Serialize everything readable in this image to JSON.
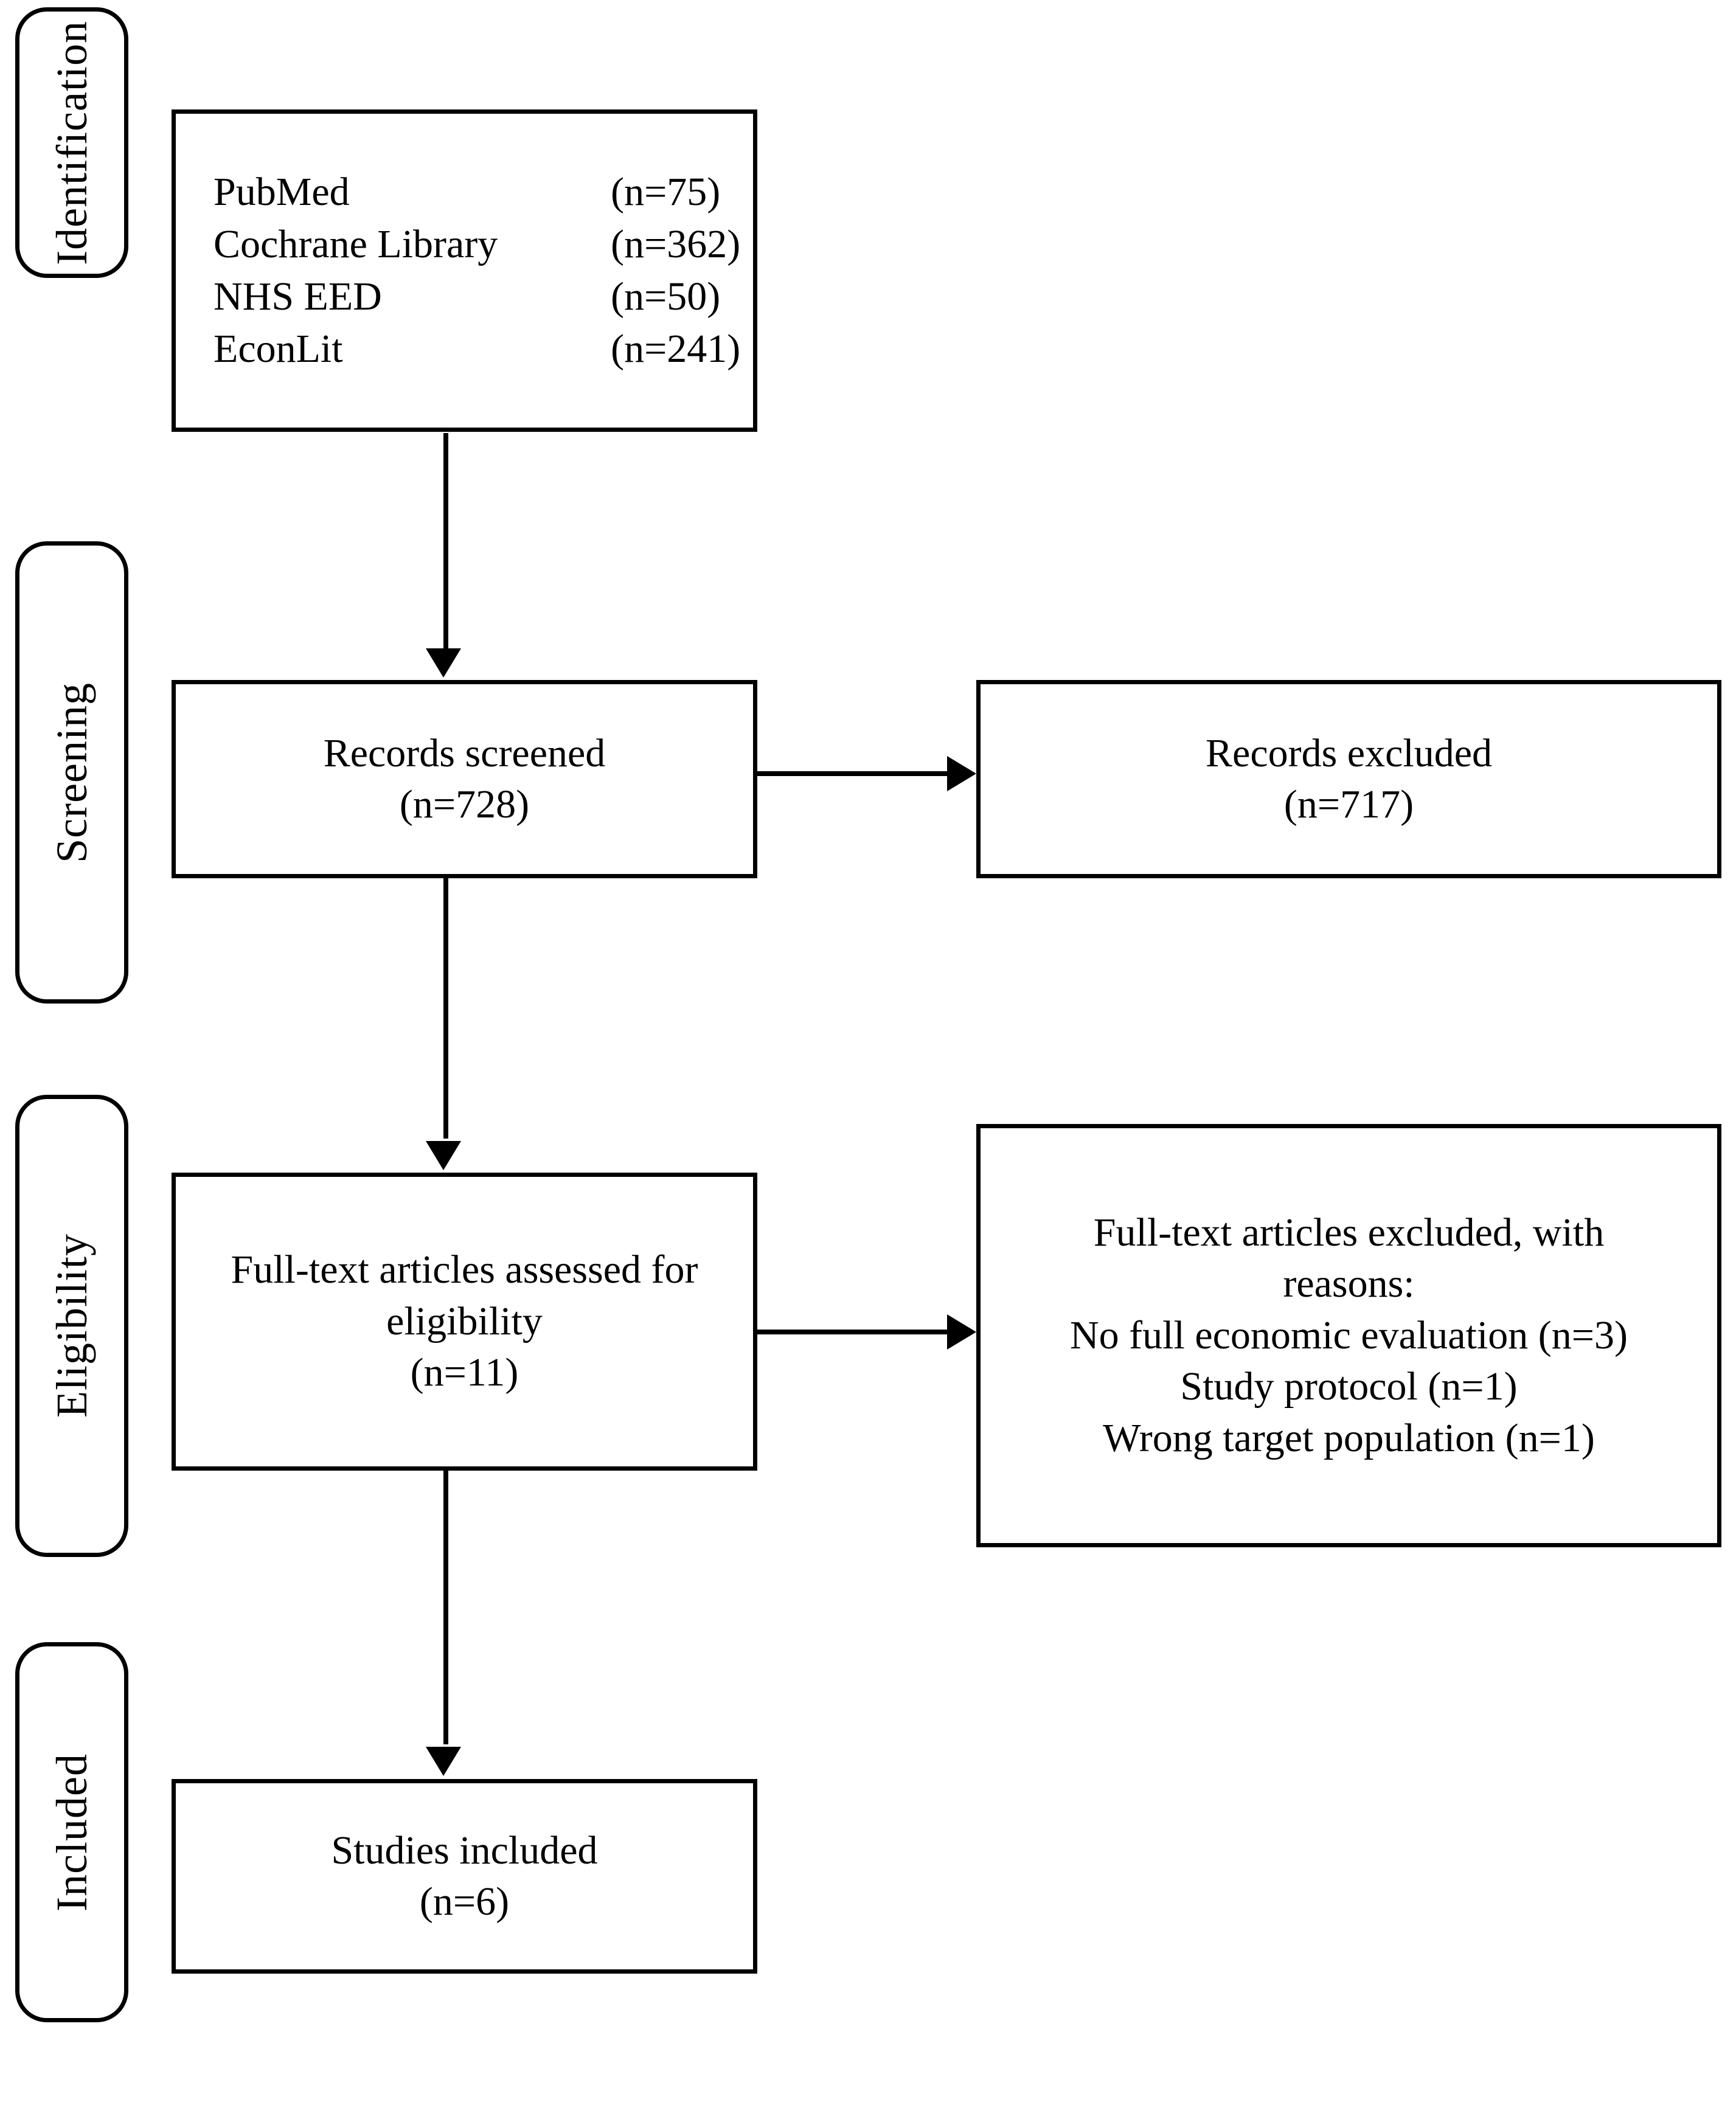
{
  "diagram": {
    "type": "prisma-flow-diagram",
    "stages": [
      {
        "key": "identification",
        "label": "Identification"
      },
      {
        "key": "screening",
        "label": "Screening"
      },
      {
        "key": "eligibility",
        "label": "Eligibility"
      },
      {
        "key": "included",
        "label": "Included"
      }
    ],
    "identification": {
      "sources": [
        {
          "name": "PubMed",
          "count": "(n=75)"
        },
        {
          "name": "Cochrane Library",
          "count": "(n=362)"
        },
        {
          "name": "NHS EED",
          "count": "(n=50)"
        },
        {
          "name": "EconLit",
          "count": "(n=241)"
        }
      ]
    },
    "screening": {
      "records_screened": {
        "title": "Records screened",
        "count": "(n=728)"
      },
      "records_excluded": {
        "title": "Records excluded",
        "count": "(n=717)"
      }
    },
    "eligibility": {
      "fulltext_assessed": {
        "title_line1": "Full-text articles assessed for",
        "title_line2": "eligibility",
        "count": "(n=11)"
      },
      "fulltext_excluded": {
        "title_line1": "Full-text articles excluded, with",
        "title_line2": "reasons:",
        "reasons": [
          "No full economic evaluation (n=3)",
          "Study protocol (n=1)",
          "Wrong target population (n=1)"
        ]
      }
    },
    "included": {
      "studies_included": {
        "title": "Studies included",
        "count": "(n=6)"
      }
    },
    "colors": {
      "stroke": "#000000",
      "background": "#ffffff",
      "text": "#000000"
    }
  }
}
